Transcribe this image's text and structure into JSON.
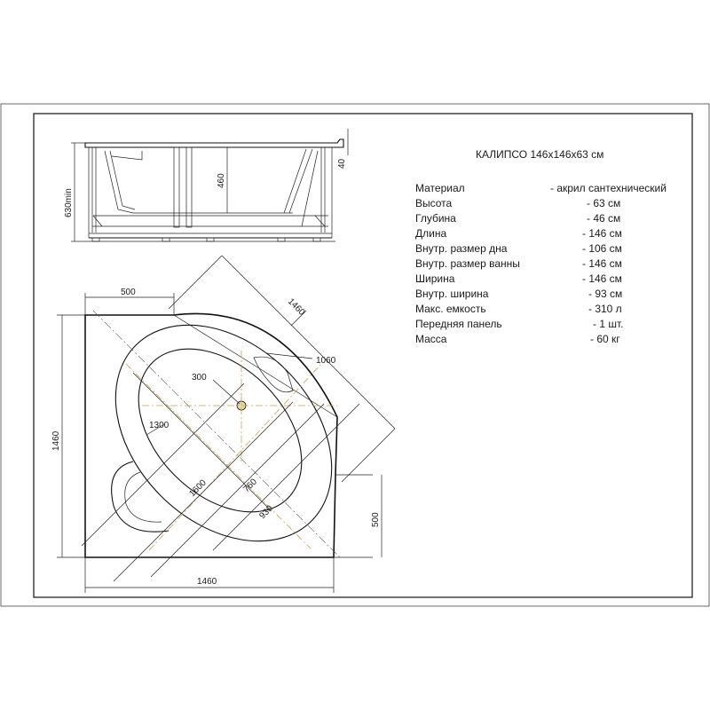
{
  "title": "КАЛИПСО 146х146х63 см",
  "dimensions": {
    "side_height": "630min",
    "side_depth": "460",
    "side_rim": "40",
    "top_left_500": "500",
    "diag_1460": "1460",
    "diag_1060": "1060",
    "drain_300": "300",
    "inner_1300": "1300",
    "inner_1600": "1600",
    "inner_760": "760",
    "inner_930": "930",
    "left_1460": "1460",
    "bottom_1460": "1460",
    "right_500": "500"
  },
  "specs": [
    {
      "label": "Материал",
      "value": "- акрил сантехнический"
    },
    {
      "label": "Высота",
      "value": "- 63 см"
    },
    {
      "label": "Глубина",
      "value": "- 46 см"
    },
    {
      "label": "Длина",
      "value": "- 146 см"
    },
    {
      "label": "Внутр. размер дна",
      "value": "- 106 см"
    },
    {
      "label": "Внутр. размер ванны",
      "value": "- 146 см"
    },
    {
      "label": "Ширина",
      "value": "- 146 см"
    },
    {
      "label": "Внутр. ширина",
      "value": "- 93 см"
    },
    {
      "label": "Макс. емкость",
      "value": "- 310 л"
    },
    {
      "label": "Передняя панель",
      "value": "- 1 шт."
    },
    {
      "label": "Масса",
      "value": "- 60 кг"
    }
  ]
}
